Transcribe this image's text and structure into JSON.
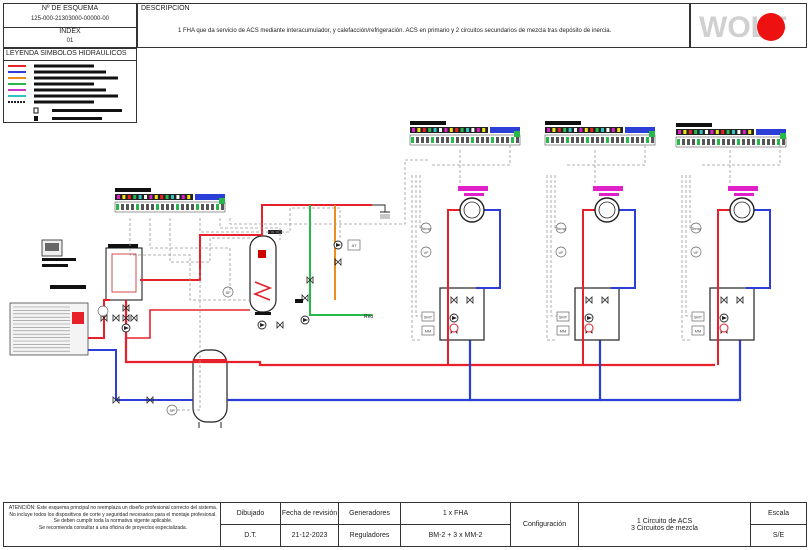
{
  "header": {
    "scheme_number_label": "Nº DE ESQUEMA",
    "scheme_number": "125-000-21303000-00000-00",
    "index_label": "INDEX",
    "index_value": "01",
    "description_label": "DESCRIPCIÓN",
    "description_text": "1 FHA que da servicio de ACS mediante interacumulador, y calefacción/refrigeración. ACS en primario y 2 circuitos secundarios de mezcla tras depósito de inercia.",
    "legend_title": "LEYENDA SIMBOLOS HIDRAULICOS",
    "logo_text": "WOLF"
  },
  "legend": {
    "colors": [
      "#e8202a",
      "#2b3fd6",
      "#f08c1c",
      "#27b84a",
      "#c837c8",
      "#2fc4c4",
      "#222222"
    ]
  },
  "diagram": {
    "label_red": "Red",
    "label_at": "AT",
    "label_sf": "SF",
    "label_smt": "SMT",
    "label_mm": "MM",
    "label_vf": "VF",
    "label_temp": "Temp"
  },
  "footer": {
    "disclaimer": [
      "ATENCIÓN: Este esquema principal no reemplaza un diseño profesional correcto del sistema.",
      "No incluye todos los dispositivos de corte y seguridad necesarios para el montaje profesional.",
      "Se deben cumplir toda la normativa vigente aplicable.",
      "Se recomienda consultar a una oficina de proyectos especializada."
    ],
    "drawn_label": "Dibujado",
    "drawn_value": "D.T.",
    "revision_label": "Fecha de revisión",
    "revision_value": "21-12-2023",
    "generators_label": "Generadores",
    "generators_value": "1 x FHA",
    "regulators_label": "Reguladores",
    "regulators_value": "BM-2 + 3 x MM-2",
    "configuration_label": "Configuración",
    "configuration_value_1": "1 Circuito de ACS",
    "configuration_value_2": "3 Circuitos de mezcla",
    "scale_label": "Escala",
    "scale_value": "S/E"
  }
}
